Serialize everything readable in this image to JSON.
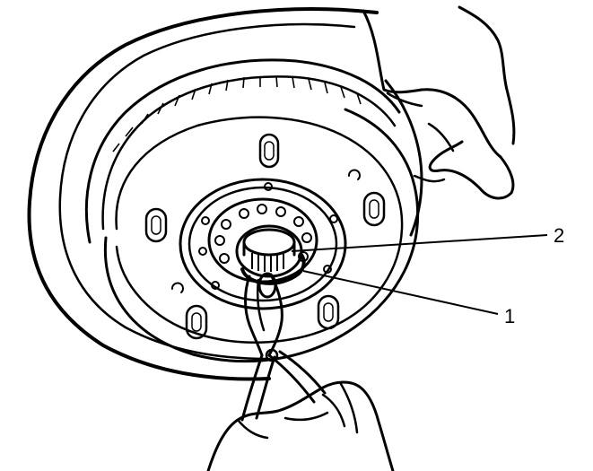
{
  "figure": {
    "callouts": [
      {
        "id": "callout-1",
        "label": "1"
      },
      {
        "id": "callout-2",
        "label": "2"
      }
    ],
    "colors": {
      "line": "#000000",
      "background": "#ffffff"
    }
  }
}
